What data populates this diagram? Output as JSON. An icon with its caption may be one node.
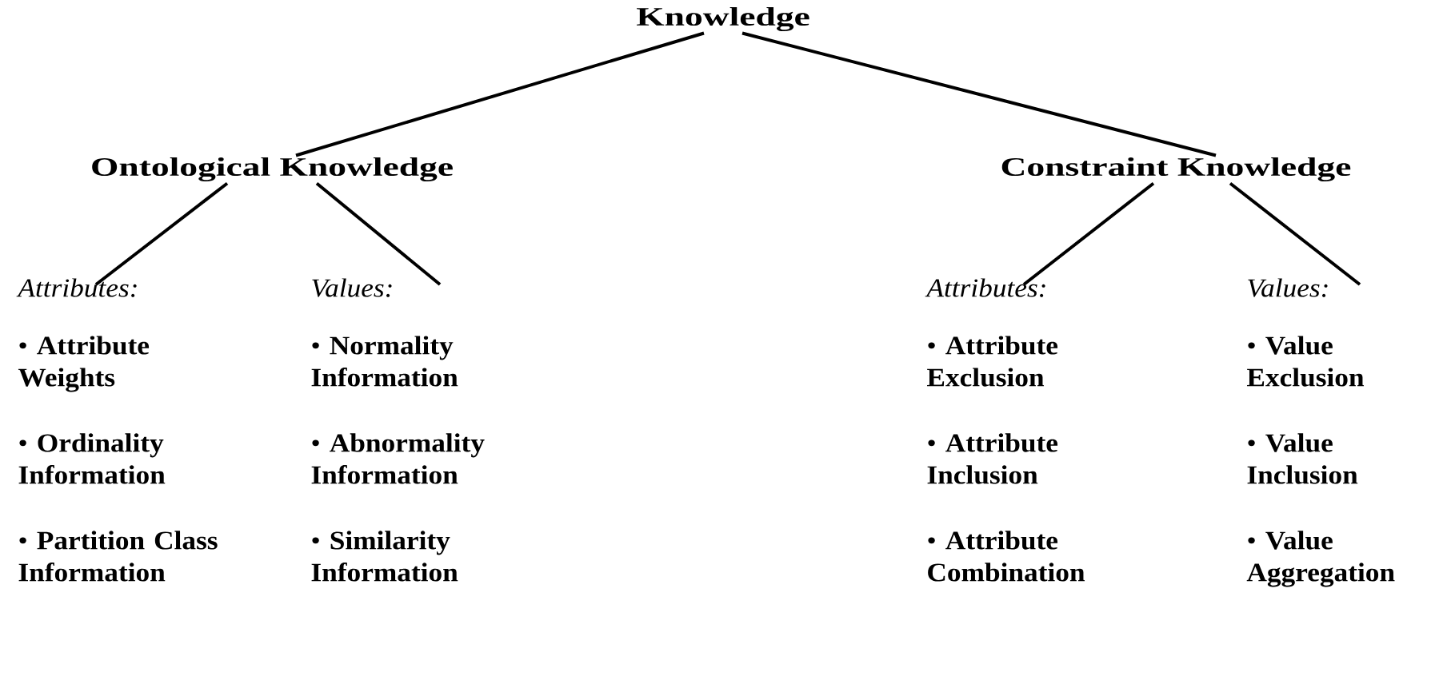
{
  "diagram": {
    "nodes": [
      {
        "text": [
          "Knowledge"
        ]
      },
      {
        "text": [
          "Ontological Knowledge"
        ]
      },
      {
        "text": [
          "Constraint Knowledge"
        ]
      },
      {
        "text": [
          "Attributes:",
          "• **Attribute Weights**",
          "• **Ordinality Information**",
          "• **Partition Class Information**"
        ]
      },
      {
        "text": [
          "Values:",
          "• **Normality Information**",
          "• **Abnormality Information**",
          "• **Similarity Information**"
        ]
      },
      {
        "text": [
          "Attributes:",
          "• **Attribute Exclusion**",
          "• **Attribute Inclusion**",
          "• **Attribute Combination**"
        ]
      },
      {
        "text": [
          "Values:",
          "• **Value Exclusion**",
          "• **Value Inclusion**",
          "• **Value Aggregation**"
        ]
      }
    ],
    "edges": [
      {
        "from": 0,
        "to": 1,
        "arrow": "none"
      },
      {
        "from": 0,
        "to": 2,
        "arrow": "none"
      },
      {
        "from": 1,
        "to": 3,
        "arrow": "none"
      },
      {
        "from": 1,
        "to": 4,
        "arrow": "none"
      },
      {
        "from": 2,
        "to": 5,
        "arrow": "none"
      },
      {
        "from": 2,
        "to": 6,
        "arrow": "none"
      }
    ]
  }
}
